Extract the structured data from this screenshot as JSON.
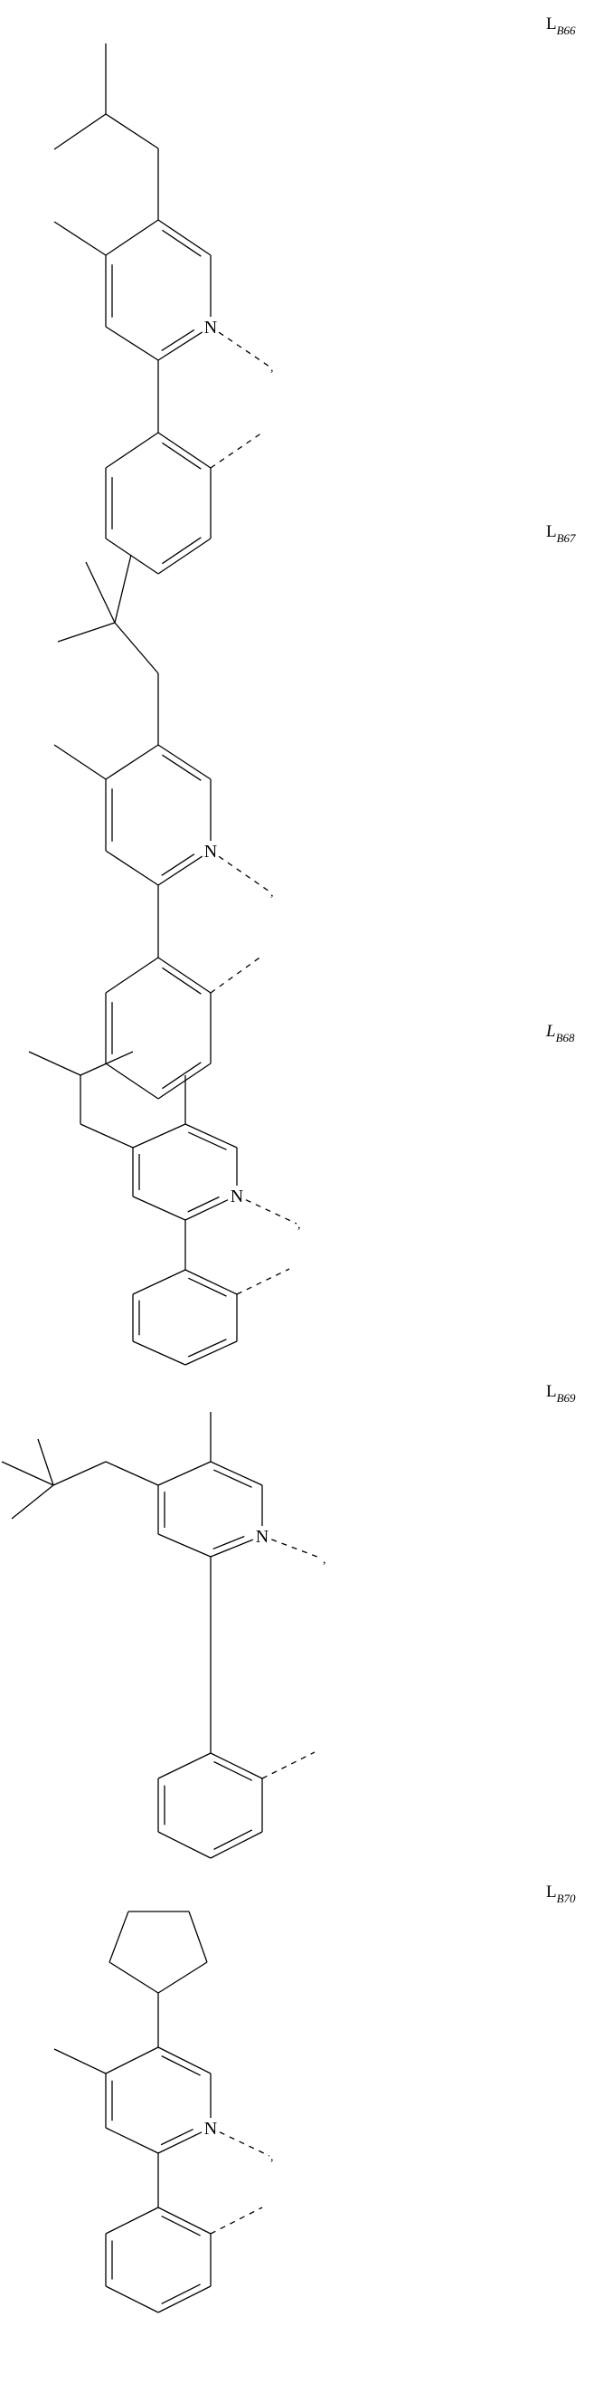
{
  "compounds": [
    {
      "label": "L",
      "subscript": "B66",
      "substituent": "isobutyl",
      "label_italic": false
    },
    {
      "label": "L",
      "subscript": "B67",
      "substituent": "neopentyl",
      "label_italic": false
    },
    {
      "label": "L",
      "subscript": "B68",
      "substituent": "isobutyl",
      "label_italic": true
    },
    {
      "label": "L",
      "subscript": "B69",
      "substituent": "neopentyl",
      "label_italic": false
    },
    {
      "label": "L",
      "subscript": "B70",
      "substituent": "cyclopentyl",
      "label_italic": false
    }
  ],
  "atom_label": "N",
  "terminator": ",",
  "colors": {
    "ink": "#000000",
    "background": "#ffffff"
  }
}
